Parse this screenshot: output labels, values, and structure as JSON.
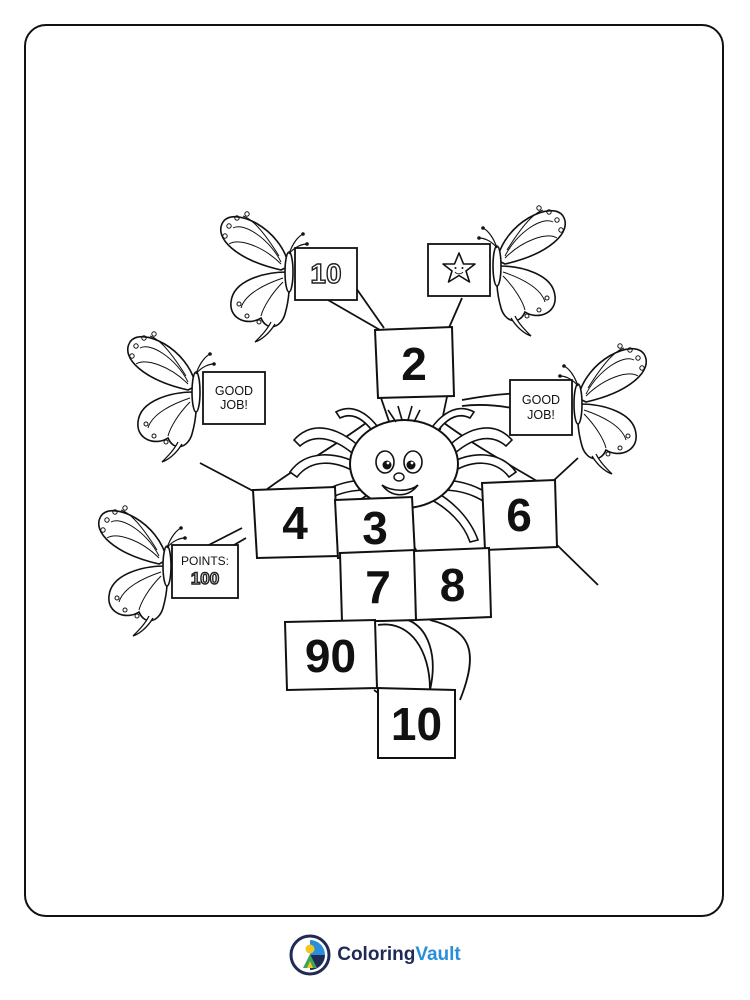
{
  "hopscotch": {
    "squares": [
      "2",
      "4",
      "3",
      "6",
      "7",
      "8",
      "90",
      "10"
    ]
  },
  "signs": {
    "top_left_number": "10",
    "top_right_icon": "star-icon",
    "left_good_job": [
      "GOOD",
      "JOB!"
    ],
    "right_good_job": [
      "GOOD",
      "JOB!"
    ],
    "points_label": "POINTS:",
    "points_value": "100"
  },
  "footer": {
    "logo_icon": "coloringvault-logo-icon",
    "brand_part1": "Coloring",
    "brand_part2": "Vault"
  },
  "colors": {
    "line": "#111111",
    "brand_dark": "#1f2a55",
    "brand_blue": "#2a8fd8",
    "brand_yellow": "#f3c623",
    "brand_green": "#3aa55b"
  }
}
